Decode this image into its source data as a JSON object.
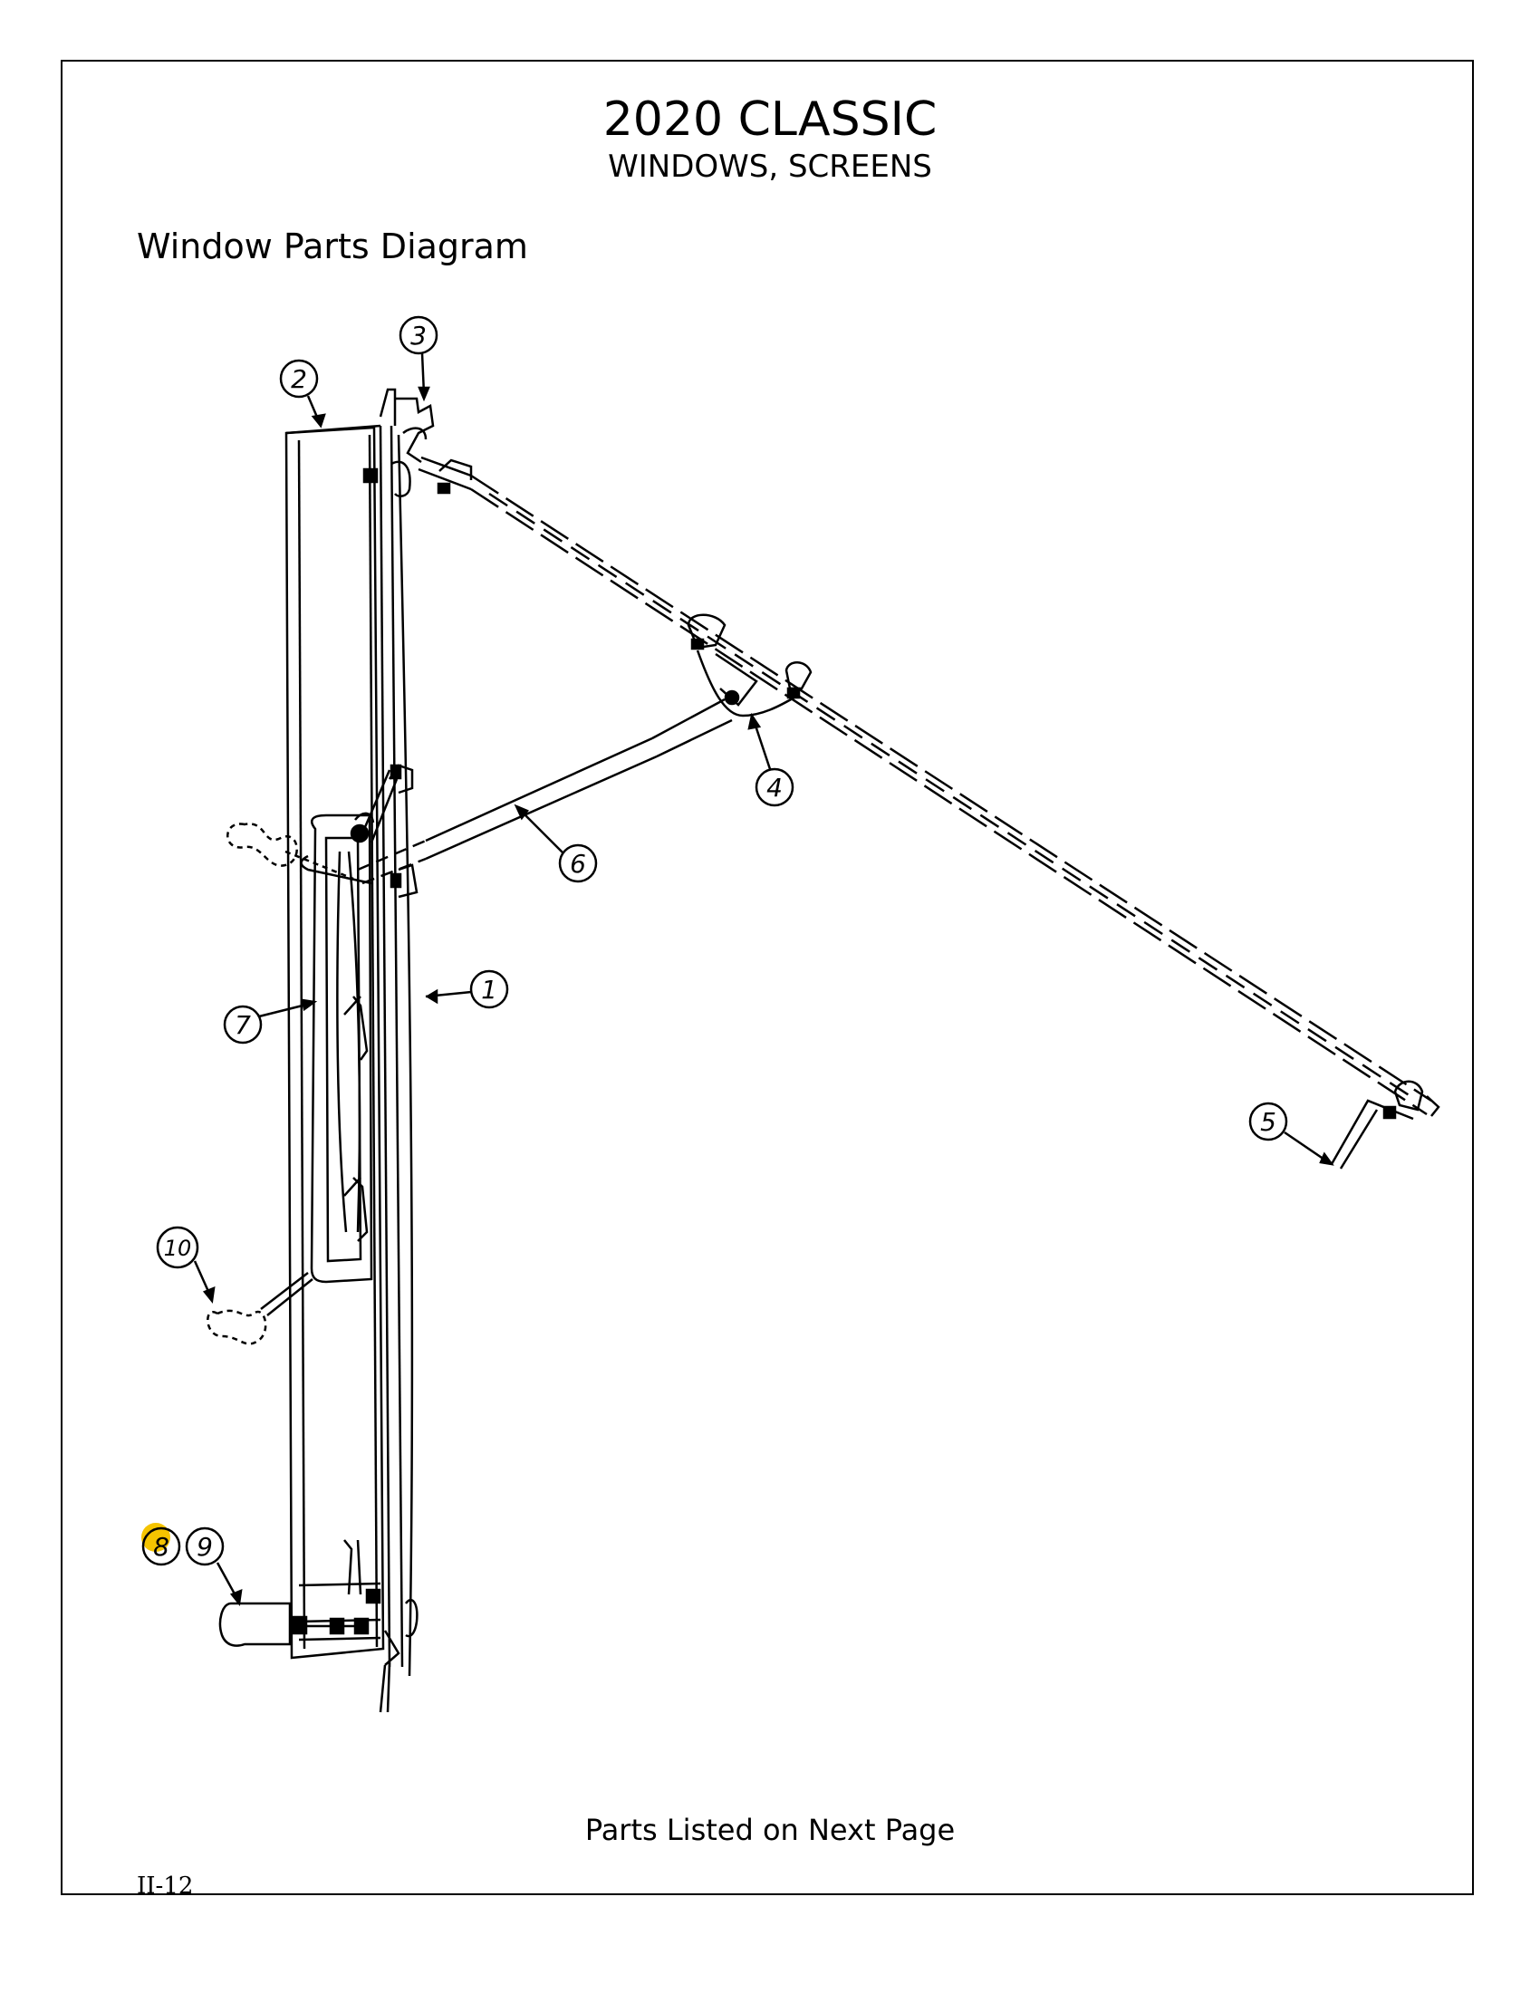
{
  "header": {
    "title": "2020 CLASSIC",
    "subtitle": "WINDOWS, SCREENS"
  },
  "section_title": "Window Parts Diagram",
  "callouts": [
    {
      "id": "c1",
      "label": "1"
    },
    {
      "id": "c2",
      "label": "2"
    },
    {
      "id": "c3",
      "label": "3"
    },
    {
      "id": "c4",
      "label": "4"
    },
    {
      "id": "c5",
      "label": "5"
    },
    {
      "id": "c6",
      "label": "6"
    },
    {
      "id": "c7",
      "label": "7"
    },
    {
      "id": "c8",
      "label": "8"
    },
    {
      "id": "c9",
      "label": "9"
    },
    {
      "id": "c10",
      "label": "10"
    }
  ],
  "footer": {
    "note": "Parts Listed on Next Page",
    "page_number": "II-12"
  },
  "colors": {
    "line": "#000000",
    "highlight": "#f5c400"
  }
}
